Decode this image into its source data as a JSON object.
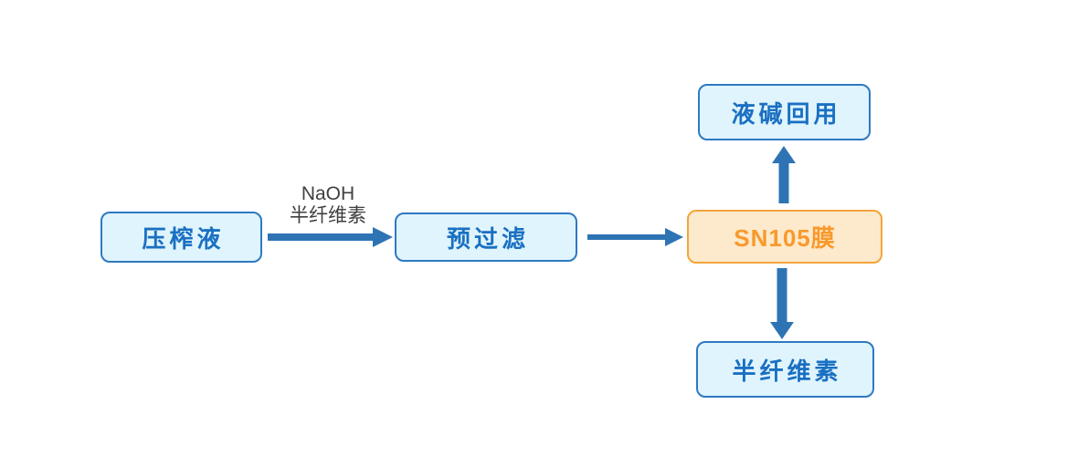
{
  "diagram": {
    "type": "process-flowchart",
    "nodes": [
      {
        "id": "yazhaye",
        "label": "压榨液",
        "style": "blue",
        "role": "input"
      },
      {
        "id": "yuguolv",
        "label": "预过滤",
        "style": "blue",
        "role": "process"
      },
      {
        "id": "sn105",
        "label": "SN105膜",
        "style": "orange",
        "role": "membrane-unit"
      },
      {
        "id": "yejian",
        "label": "液碱回用",
        "style": "blue",
        "role": "output-top"
      },
      {
        "id": "banxianweisu",
        "label": "半纤维素",
        "style": "blue",
        "role": "output-bottom"
      }
    ],
    "edges": [
      {
        "from": "压榨液",
        "to": "预过滤",
        "direction": "right",
        "label_line1": "NaOH",
        "label_line2": "半纤维素"
      },
      {
        "from": "预过滤",
        "to": "SN105膜",
        "direction": "right"
      },
      {
        "from": "SN105膜",
        "to": "液碱回用",
        "direction": "up"
      },
      {
        "from": "SN105膜",
        "to": "半纤维素",
        "direction": "down"
      }
    ]
  },
  "colors": {
    "canvasBg": "#FFFFFF",
    "blueFill": "#DFF4FC",
    "blueBorder": "#2E79C2",
    "blueText": "#1A70C2",
    "arrowBlue": "#2E74B5",
    "orangeFill": "#FDE9CB",
    "orangeBorder": "#F3A53C",
    "orangeText": "#F8992C",
    "labelText": "#3F3F3F"
  }
}
